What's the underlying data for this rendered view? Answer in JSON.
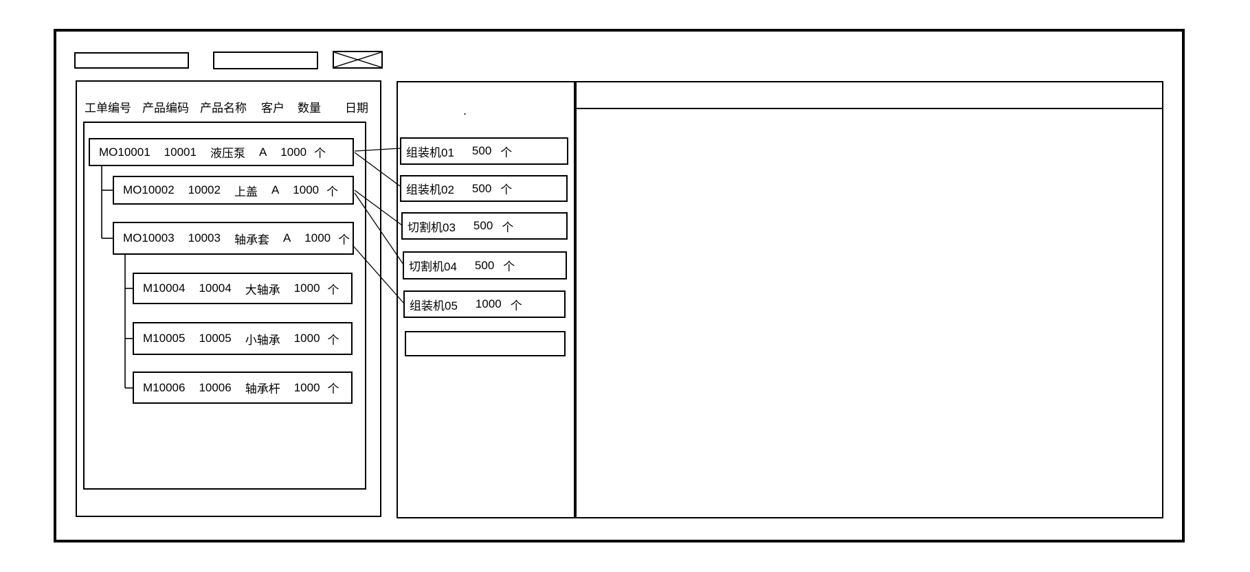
{
  "app": {
    "background": "#ffffff",
    "line_color": "#000000"
  },
  "toolbar": {
    "input1_value": "",
    "input2_value": ""
  },
  "left_panel": {
    "columns": [
      "工单编号",
      "产品编码",
      "产品名称",
      "客户",
      "数量",
      "日期"
    ],
    "orders": [
      {
        "id": "MO10001",
        "code": "10001",
        "name": "液压泵",
        "customer": "A",
        "qty": "1000",
        "unit": "个"
      },
      {
        "id": "MO10002",
        "code": "10002",
        "name": "上盖",
        "customer": "A",
        "qty": "1000",
        "unit": "个"
      },
      {
        "id": "MO10003",
        "code": "10003",
        "name": "轴承套",
        "customer": "A",
        "qty": "1000",
        "unit": "个"
      },
      {
        "id": "M10004",
        "code": "10004",
        "name": "大轴承",
        "qty": "1000",
        "unit": "个"
      },
      {
        "id": "M10005",
        "code": "10005",
        "name": "小轴承",
        "qty": "1000",
        "unit": "个"
      },
      {
        "id": "M10006",
        "code": "10006",
        "name": "轴承杆",
        "qty": "1000",
        "unit": "个"
      }
    ]
  },
  "middle_panel": {
    "dot": ".",
    "workcenters": [
      {
        "name": "组装机01",
        "qty": "500",
        "unit": "个"
      },
      {
        "name": "组装机02",
        "qty": "500",
        "unit": "个"
      },
      {
        "name": "切割机03",
        "qty": "500",
        "unit": "个"
      },
      {
        "name": "切割机04",
        "qty": "500",
        "unit": "个"
      },
      {
        "name": "组装机05",
        "qty": "1000",
        "unit": "个"
      },
      {
        "name": "",
        "qty": "",
        "unit": ""
      }
    ]
  },
  "links": [
    {
      "from": "MO10001",
      "to": "组装机01"
    },
    {
      "from": "MO10001",
      "to": "组装机02"
    },
    {
      "from": "MO10002",
      "to": "切割机03"
    },
    {
      "from": "MO10002",
      "to": "切割机04"
    },
    {
      "from": "MO10003",
      "to": "组装机05"
    }
  ]
}
